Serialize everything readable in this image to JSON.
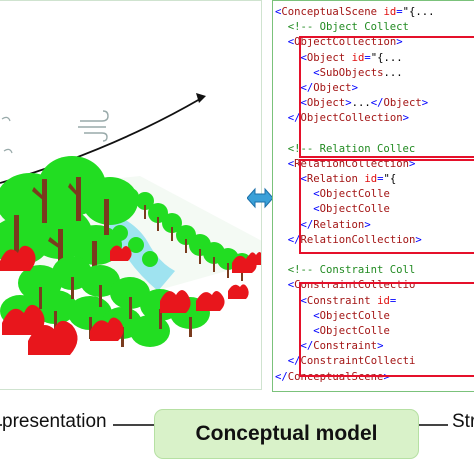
{
  "code_lines": [
    "<ConceptualScene id=\"{...",
    "  <!-- Object Collect",
    "  <ObjectCollection>",
    "    <Object id=\"{...",
    "      <SubObjects...",
    "    </Object>",
    "    <Object>...</Object>",
    "  </ObjectCollection>",
    "",
    "  <!-- Relation Collec",
    "  <RelationCollection>",
    "    <Relation id=\"{",
    "      <ObjectColle",
    "      <ObjectColle",
    "    </Relation>",
    "  </RelationCollection>",
    "",
    "  <!-- Constraint Coll",
    "  <ConstraintCollectio",
    "    <Constraint id=",
    "      <ObjectColle",
    "      <ObjectColle",
    "    </Constraint>",
    "  </ConstraintCollecti",
    "</ConceptualScene>"
  ],
  "labels": {
    "left": "presentation",
    "center": "Conceptual model",
    "right": "Str"
  },
  "colors": {
    "tree_green": "#22dd22",
    "trunk_brown": "#7a3b1e",
    "fire_red": "#e8161c",
    "water": "#9fe3f0",
    "highlight_red": "#e5102a",
    "model_box_fill": "#d9f2c9",
    "double_arrow": "#3aa0d8"
  },
  "icons": {
    "wind": "wind-icon",
    "double_arrow": "bidirectional-arrow-icon"
  }
}
